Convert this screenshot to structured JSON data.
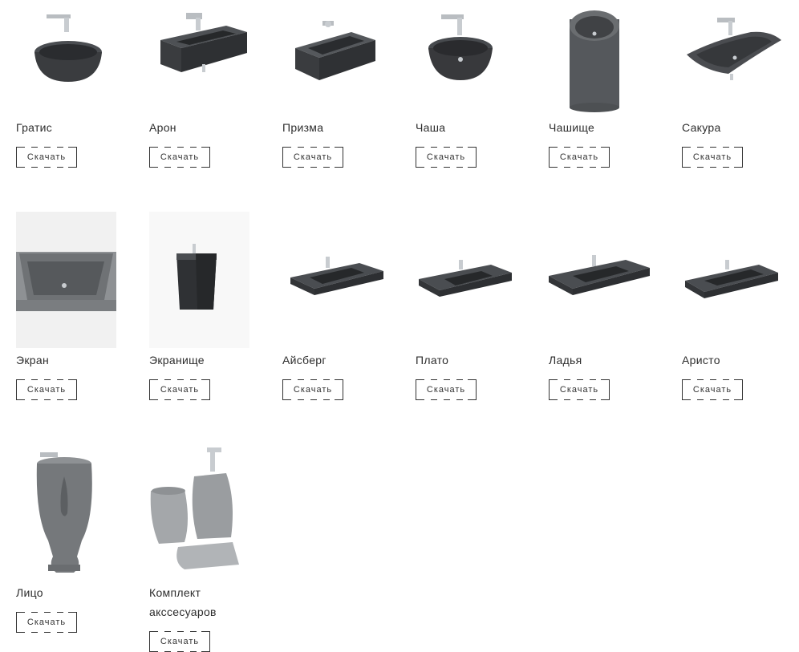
{
  "products": [
    {
      "name": "Гратис",
      "button": "Скачать",
      "icon": "round-vessel-sink-icon"
    },
    {
      "name": "Арон",
      "button": "Скачать",
      "icon": "rectangular-wall-sink-icon"
    },
    {
      "name": "Призма",
      "button": "Скачать",
      "icon": "rectangular-vessel-sink-icon"
    },
    {
      "name": "Чаша",
      "button": "Скачать",
      "icon": "bowl-sink-icon"
    },
    {
      "name": "Чашище",
      "button": "Скачать",
      "icon": "cylinder-pedestal-sink-icon"
    },
    {
      "name": "Сакура",
      "button": "Скачать",
      "icon": "curved-sink-icon"
    },
    {
      "name": "Экран",
      "button": "Скачать",
      "icon": "large-rectangular-sink-icon"
    },
    {
      "name": "Экранище",
      "button": "Скачать",
      "icon": "pedestal-sink-icon"
    },
    {
      "name": "Айсберг",
      "button": "Скачать",
      "icon": "countertop-sink-icon"
    },
    {
      "name": "Плато",
      "button": "Скачать",
      "icon": "countertop-sink-icon"
    },
    {
      "name": "Ладья",
      "button": "Скачать",
      "icon": "countertop-sink-icon"
    },
    {
      "name": "Аристо",
      "button": "Скачать",
      "icon": "countertop-sink-icon"
    },
    {
      "name": "Лицо",
      "button": "Скачать",
      "icon": "face-pedestal-sink-icon"
    },
    {
      "name": "Комплект акссесуаров",
      "button": "Скачать",
      "icon": "accessories-set-icon"
    }
  ],
  "colors": {
    "stone_dark": "#3a3c3f",
    "stone_mid": "#55585c",
    "stone_light": "#8e9194",
    "chrome": "#c8ccd0"
  }
}
